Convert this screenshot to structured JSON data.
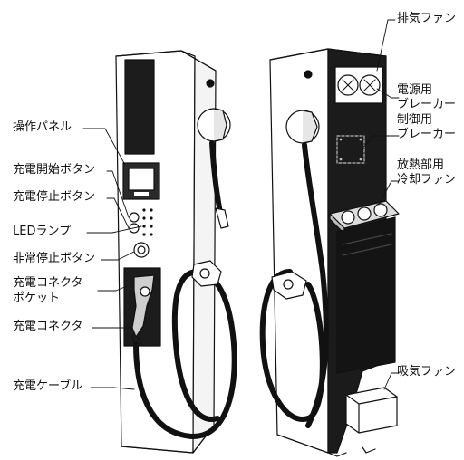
{
  "labels": {
    "left": [
      {
        "id": "operation-panel",
        "text": "操作パネル"
      },
      {
        "id": "charge-start-button",
        "text": "充電開始ボタン"
      },
      {
        "id": "charge-stop-button",
        "text": "充電停止ボタン"
      },
      {
        "id": "led-lamp",
        "text": "LEDランプ"
      },
      {
        "id": "emergency-stop-button",
        "text": "非常停止ボタン"
      },
      {
        "id": "connector-pocket",
        "lines": [
          "充電コネクタ",
          "ポケット"
        ]
      },
      {
        "id": "charge-connector",
        "text": "充電コネクタ"
      },
      {
        "id": "charge-cable",
        "text": "充電ケーブル"
      }
    ],
    "right": [
      {
        "id": "exhaust-fan",
        "text": "排気ファン"
      },
      {
        "id": "power-breaker",
        "lines": [
          "電源用",
          "ブレーカー"
        ]
      },
      {
        "id": "control-breaker",
        "lines": [
          "制御用",
          "ブレーカー"
        ]
      },
      {
        "id": "cooling-fan",
        "lines": [
          "放熱部用",
          "冷却ファン"
        ]
      },
      {
        "id": "intake-fan",
        "text": "吸気ファン"
      }
    ]
  }
}
